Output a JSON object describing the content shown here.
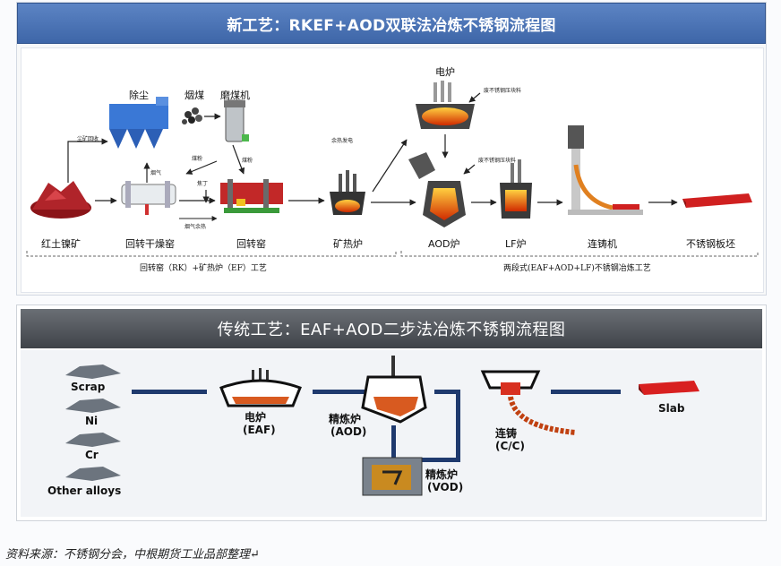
{
  "top": {
    "title": "新工艺：RKEF+AOD双联法冶炼不锈钢流程图",
    "labels": {
      "ore": "红土镍矿",
      "dryer": "回转干燥窑",
      "kiln": "回转窑",
      "ef": "矿热炉",
      "aod": "AOD炉",
      "lf": "LF炉",
      "caster": "连铸机",
      "slab": "不锈钢板坯",
      "dust": "除尘",
      "coal": "烟煤",
      "mill": "磨煤机",
      "eaf": "电炉"
    },
    "notes": {
      "recycle": "尘矿回收",
      "flue_gas": "烟气",
      "coal_dust": "煤粉",
      "coal_powder": "煤粉",
      "ore_powder": "焦丁",
      "waste_heat": "烟气余热",
      "power": "余热发电",
      "scrap": "废不锈钢压块料",
      "alloy": "废不锈钢压块料"
    },
    "sections": {
      "left": "回转窑（RK）+矿热炉（EF）工艺",
      "right": "两段式(EAF+AOD+LF)不锈钢冶炼工艺"
    }
  },
  "bottom": {
    "title": "传统工艺：EAF+AOD二步法冶炼不锈钢流程图",
    "inputs": [
      "Scrap",
      "Ni",
      "Cr",
      "Other alloys"
    ],
    "eaf": {
      "cn": "电炉",
      "en": "(EAF)"
    },
    "aod": {
      "cn": "精炼炉",
      "en": "(AOD)"
    },
    "vod": {
      "cn": "精炼炉",
      "en": "(VOD)"
    },
    "cc": {
      "cn": "连铸",
      "en": "(C/C)"
    },
    "slab": "Slab"
  },
  "source": "资料来源：不锈钢分会，中根期货工业品部整理↵"
}
